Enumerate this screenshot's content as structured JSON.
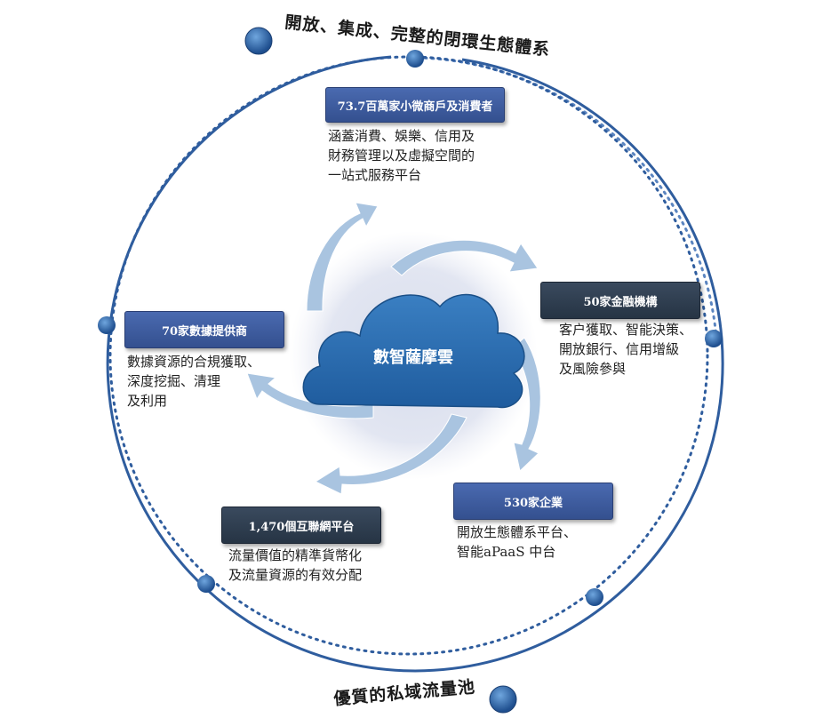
{
  "ecosystem_title": "開放、集成、完整的閉環生態體系",
  "pool_title": "優質的私域流量池",
  "center_label": "數智薩摩雲",
  "nodes": {
    "consumers": {
      "label": "73.7百萬家小微商戶及消費者",
      "desc": "涵蓋消費、娛樂、信用及\n財務管理以及虛擬空間的\n一站式服務平台"
    },
    "financial": {
      "label": "50家金融機構",
      "desc": "客户獲取、智能決策、\n開放銀行、信用增級\n及風險參與"
    },
    "enterprises": {
      "label": "530家企業",
      "desc": "開放生態體系平台、\n智能aPaaS 中台"
    },
    "internet": {
      "label": "1,470個互聯網平台",
      "desc": "流量價值的精準貨幣化\n及流量資源的有效分配"
    },
    "data": {
      "label": "70家數據提供商",
      "desc": "數據資源的合規獲取、\n深度挖掘、清理\n及利用"
    }
  },
  "colors": {
    "ring": "#2f5d9e",
    "dot": "#2b63a8",
    "cloud": "#2d6eb0",
    "arrow": "#a9c4e0",
    "box_blue": "#3f5da0",
    "box_dark": "#2e3c4f"
  }
}
